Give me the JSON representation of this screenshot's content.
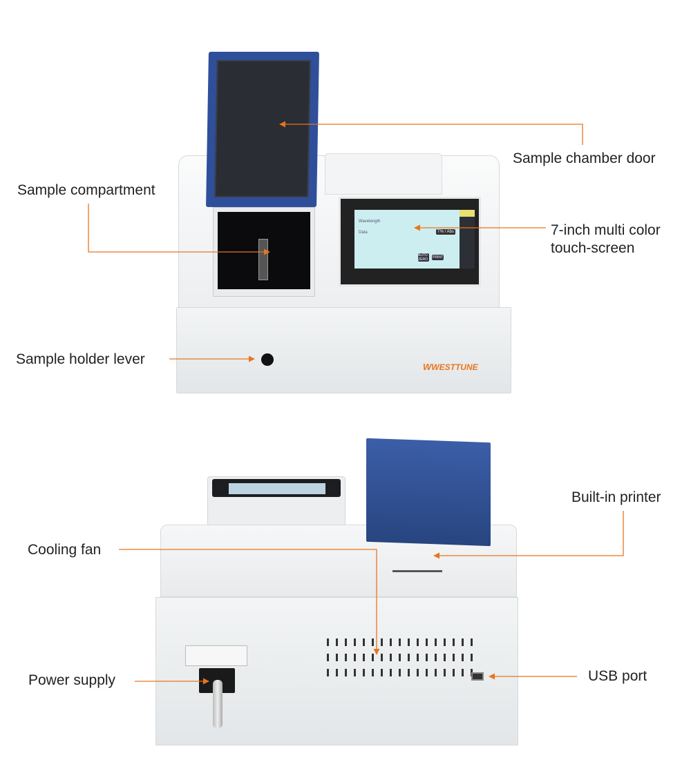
{
  "labels": {
    "sample_chamber_door": "Sample chamber door",
    "sample_compartment": "Sample compartment",
    "touch_screen_line1": "7-inch multi color",
    "touch_screen_line2": "touch-screen",
    "sample_holder_lever": "Sample holder lever",
    "built_in_printer": "Built-in printer",
    "cooling_fan": "Cooling fan",
    "power_supply": "Power supply",
    "usb_port": "USB port"
  },
  "screen": {
    "wavelength_label": "Wavelength",
    "data_label": "Data",
    "mode_button": "T% / Abs",
    "auto_zero_button": "AUTO ZERO",
    "print_button": "PRINT"
  },
  "brand": {
    "logo_text": "WESTTUNE"
  },
  "colors": {
    "arrow": "#e8751f",
    "lid_blue": "#2f4f9a",
    "screen": "#cdeef0"
  }
}
